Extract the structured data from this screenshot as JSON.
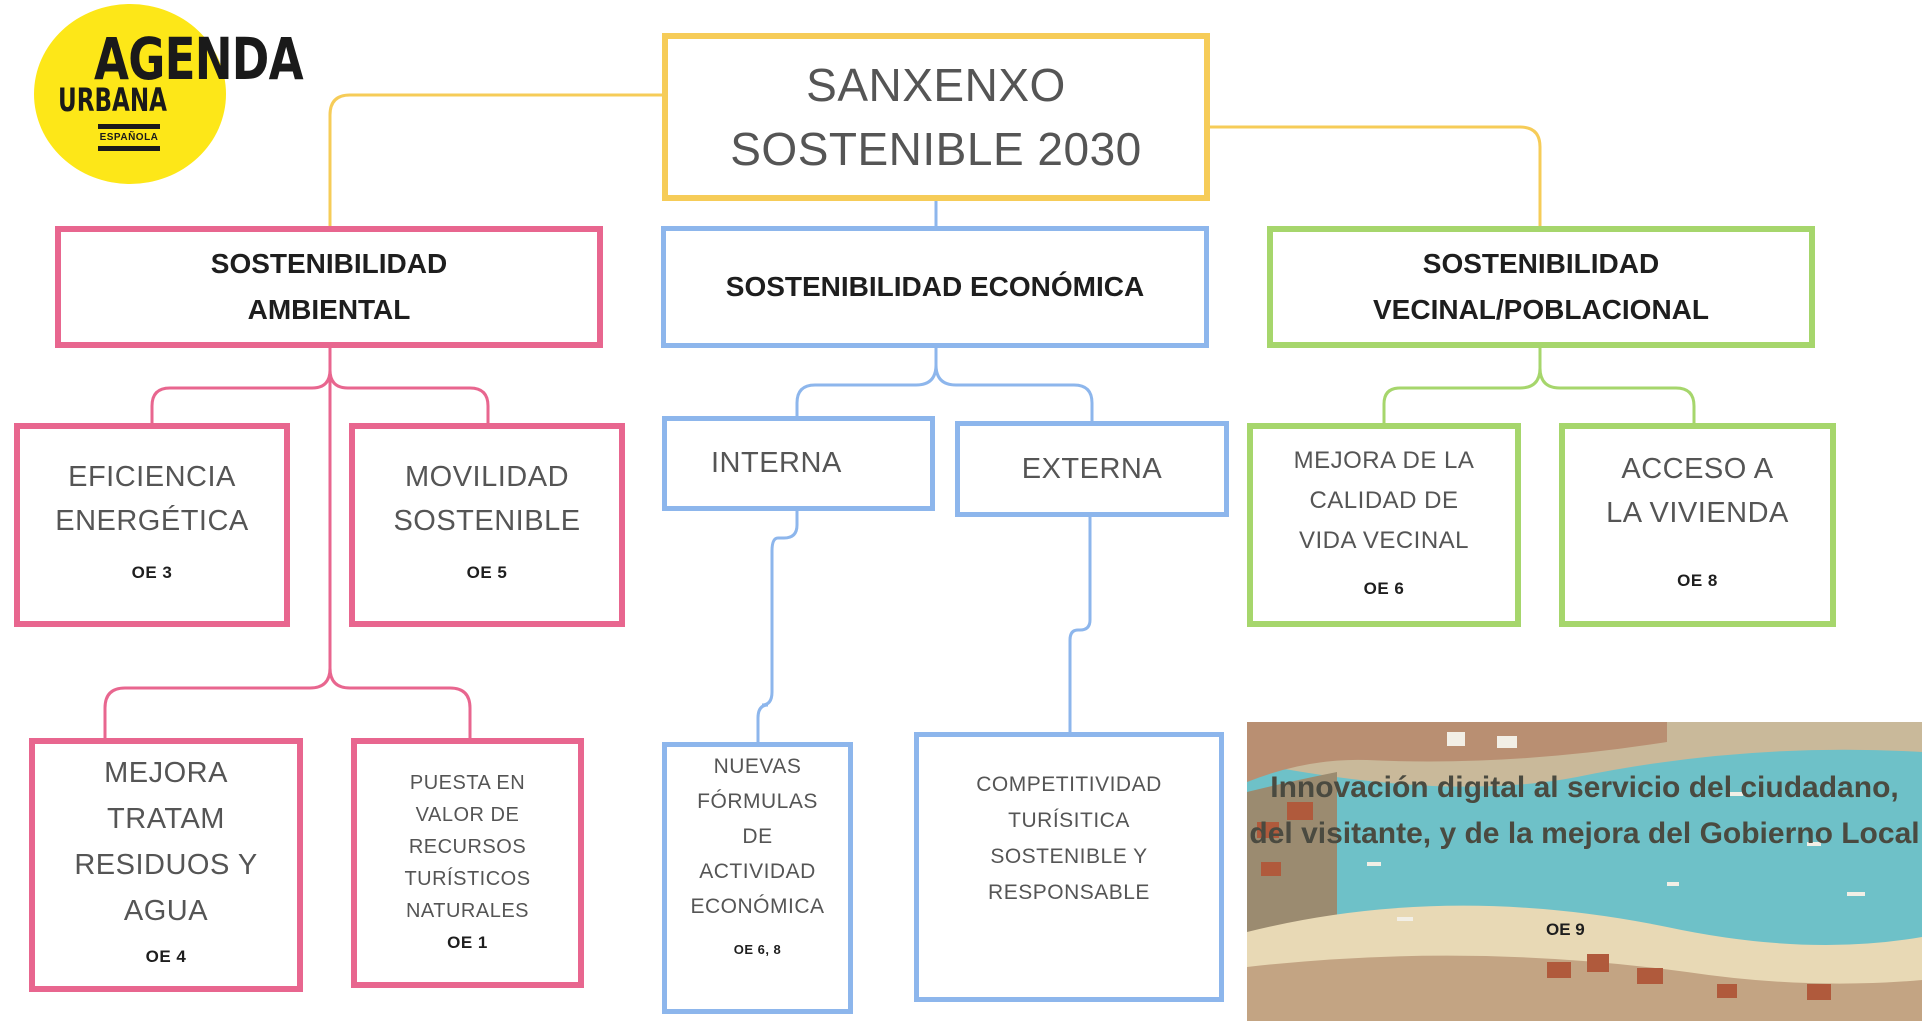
{
  "logo": {
    "line1": "AGENDA",
    "line2": "URBANA",
    "line3": "ESPAÑOLA",
    "bg_color": "#fde718"
  },
  "root": {
    "line1": "SANXENXO",
    "line2": "SOSTENIBLE 2030",
    "color": "#f6cc58"
  },
  "pillars": [
    {
      "line1": "SOSTENIBILIDAD",
      "line2": "AMBIENTAL",
      "color": "#e8668f"
    },
    {
      "line1": "SOSTENIBILIDAD ECONÓMICA",
      "color": "#8db6ec"
    },
    {
      "line1": "SOSTENIBILIDAD",
      "line2": "VECINAL/POBLACIONAL",
      "color": "#a6d66c"
    }
  ],
  "ambiental": [
    {
      "label": "EFICIENCIA ENERGÉTICA",
      "oe": "OE 3"
    },
    {
      "label": "MOVILIDAD SOSTENIBLE",
      "oe": "OE 5"
    },
    {
      "label": "MEJORA TRATAM RESIDUOS Y AGUA",
      "oe": "OE 4"
    },
    {
      "label": "PUESTA EN VALOR DE RECURSOS TURÍSTICOS NATURALES",
      "oe": "OE 1"
    }
  ],
  "economica": [
    {
      "label": "INTERNA"
    },
    {
      "label": "EXTERNA"
    },
    {
      "label": "NUEVAS FÓRMULAS DE ACTIVIDAD ECONÓMICA",
      "oe": "OE 6, 8"
    },
    {
      "label": "COMPETITIVIDAD TURÍSITICA SOSTENIBLE Y RESPONSABLE"
    }
  ],
  "vecinal": [
    {
      "label": "MEJORA DE LA CALIDAD DE VIDA VECINAL",
      "oe": "OE 6"
    },
    {
      "label": "ACCESO A LA VIVIENDA",
      "oe": "OE 8"
    }
  ],
  "digital": {
    "text": "Innovación digital al servicio del ciudadano, del visitante, y de la mejora del Gobierno Local",
    "oe": "OE 9"
  }
}
